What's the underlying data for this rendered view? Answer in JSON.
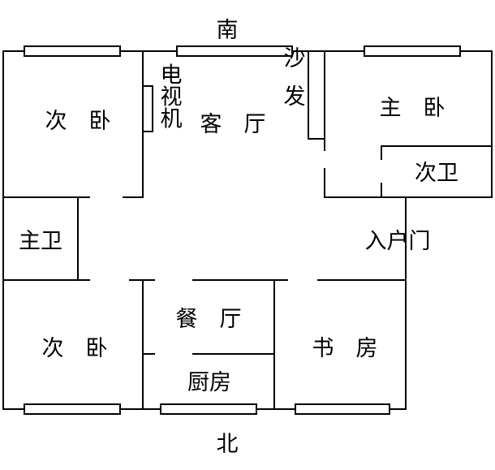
{
  "compass": {
    "south": "南",
    "north": "北"
  },
  "rooms": {
    "second_bedroom_top_left": "次 卧",
    "tv": "电视机",
    "living_room": "客 厅",
    "sofa": "沙发",
    "master_bedroom": "主 卧",
    "second_bathroom": "次卫",
    "master_bathroom": "主卫",
    "entrance_door": "入户门",
    "second_bedroom_bottom_left": "次 卧",
    "dining_room": "餐 厅",
    "study": "书 房",
    "kitchen": "厨房"
  },
  "colors": {
    "line": "#000000",
    "background": "#ffffff"
  }
}
